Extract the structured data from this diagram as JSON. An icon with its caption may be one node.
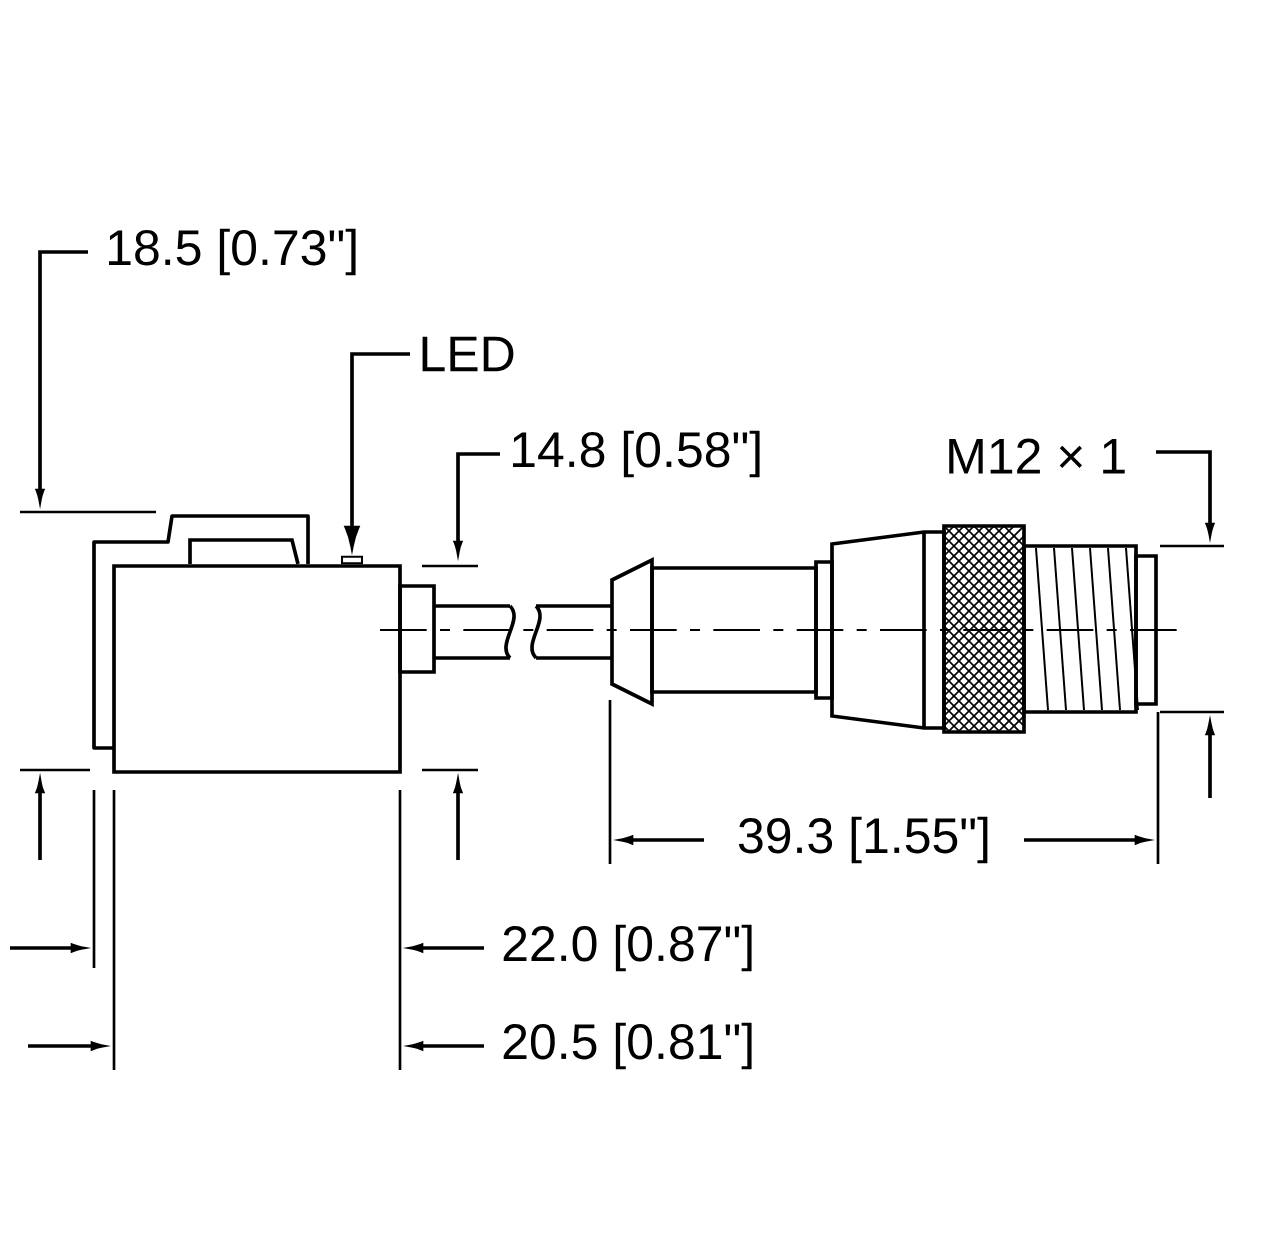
{
  "diagram": {
    "nodes": [
      {
        "text": [
          "LED"
        ]
      },
      {
        "text": [],
        "shape": "box"
      }
    ],
    "edges": [
      {
        "from": 0,
        "to": 1,
        "arrow": "to"
      }
    ],
    "labels": [
      "18.5 [0.73\"]",
      "14.8 [0.58\"]",
      "M12 × 1",
      "39.3 [1.55\"]",
      "22.0 [0.87\"]",
      "20.5 [0.81\"]"
    ]
  }
}
